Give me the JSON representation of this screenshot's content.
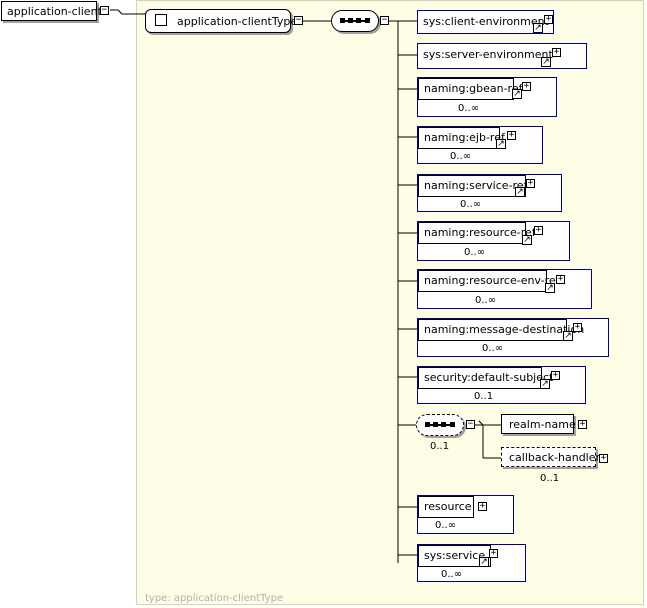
{
  "root": {
    "name": "application-client"
  },
  "type_box": {
    "name": "application-clientType"
  },
  "elements": [
    {
      "id": "e1",
      "label": "sys:client-environment",
      "card": ""
    },
    {
      "id": "e2",
      "label": "sys:server-environment",
      "card": ""
    },
    {
      "id": "e3",
      "label": "naming:gbean-ref",
      "card": "0..∞"
    },
    {
      "id": "e4",
      "label": "naming:ejb-ref",
      "card": "0..∞"
    },
    {
      "id": "e5",
      "label": "naming:service-ref",
      "card": "0..∞"
    },
    {
      "id": "e6",
      "label": "naming:resource-ref",
      "card": "0..∞"
    },
    {
      "id": "e7",
      "label": "naming:resource-env-ref",
      "card": "0..∞"
    },
    {
      "id": "e8",
      "label": "naming:message-destination",
      "card": "0..∞"
    },
    {
      "id": "e9",
      "label": "security:default-subject",
      "card": "0..1"
    },
    {
      "id": "e10",
      "label": "resource",
      "card": "0..∞"
    },
    {
      "id": "e11",
      "label": "sys:service",
      "card": "0..∞"
    }
  ],
  "inner_sequence": {
    "card": "0..1"
  },
  "sub_elements": {
    "realm_name": "realm-name",
    "callback_handler": "callback-handler",
    "callback_card": "0..1"
  },
  "footer": {
    "type_text": "type: application-clientType"
  },
  "symbols": {
    "expand": "⊞",
    "collapse": "⊟",
    "ref_arrow": "↗"
  }
}
